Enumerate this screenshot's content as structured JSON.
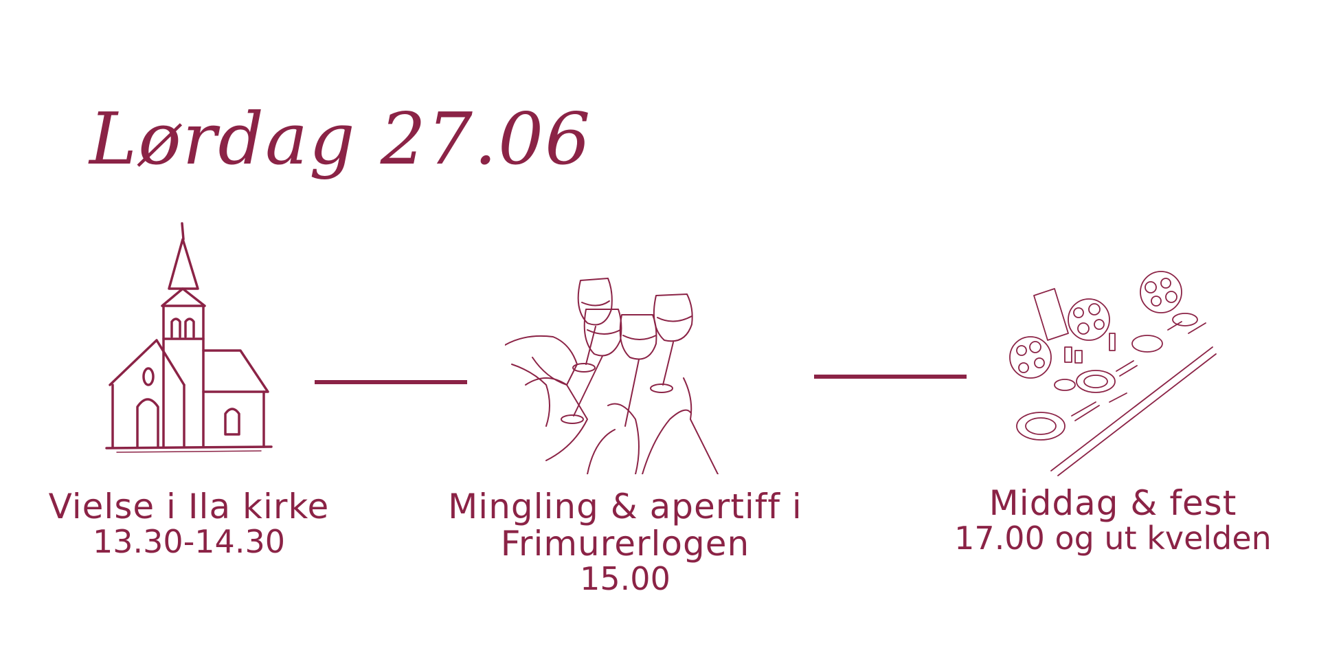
{
  "title": "Lørdag 27.06",
  "accent_color": "#8b2346",
  "events": [
    {
      "icon": "church-icon",
      "label": "Vielse i Ila kirke",
      "time": "13.30-14.30"
    },
    {
      "icon": "toasting-glasses-icon",
      "label_line1": "Mingling & apertiff i",
      "label_line2": "Frimurerlogen",
      "time": "15.00"
    },
    {
      "icon": "dinner-table-icon",
      "label": "Middag & fest",
      "time": "17.00 og ut kvelden"
    }
  ]
}
